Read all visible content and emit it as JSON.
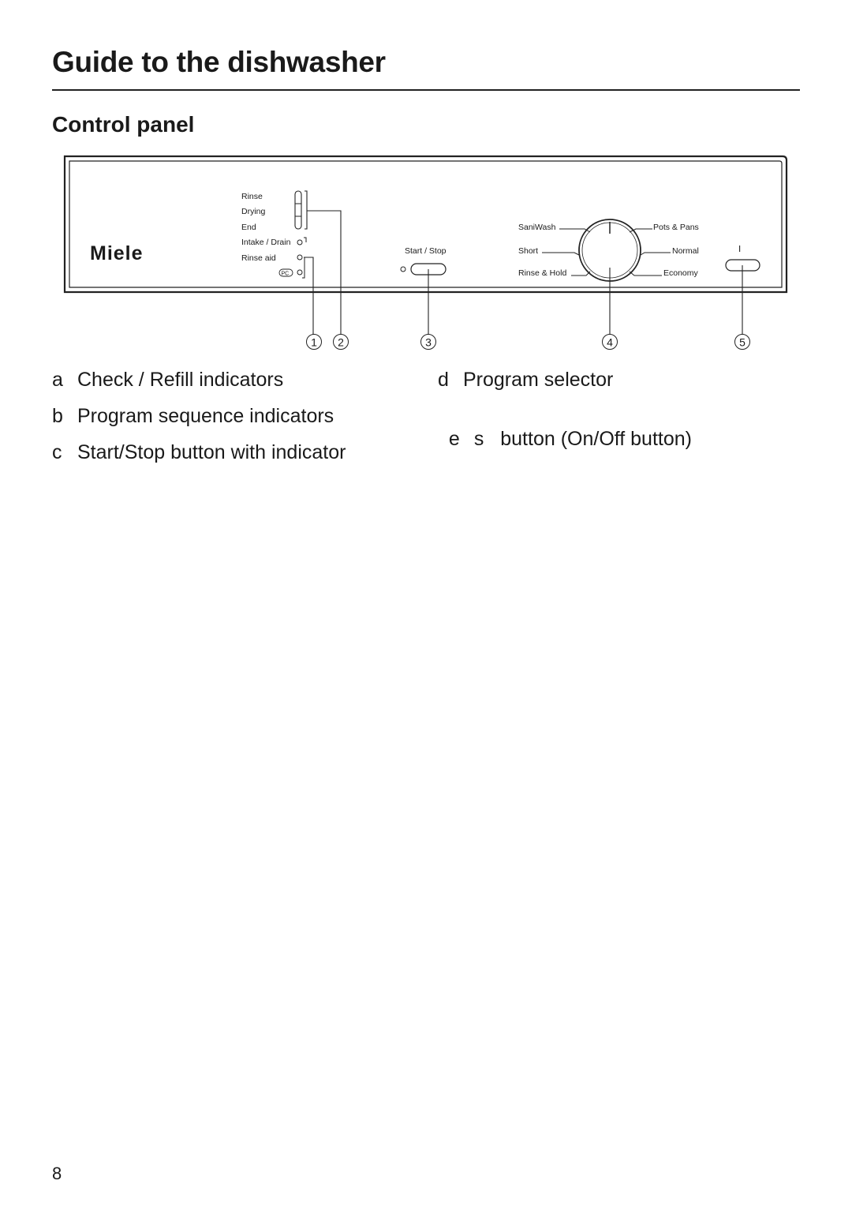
{
  "header": {
    "title": "Guide to the dishwasher"
  },
  "section": {
    "title": "Control panel"
  },
  "panel": {
    "brand": "Miele",
    "sequence_indicators": [
      "Rinse",
      "Drying",
      "End"
    ],
    "check_indicators": [
      "Intake / Drain",
      "Rinse aid",
      "PC"
    ],
    "start_stop_label": "Start / Stop",
    "programs_left": [
      "SaniWash",
      "Short",
      "Rinse & Hold"
    ],
    "programs_right": [
      "Pots & Pans",
      "Normal",
      "Economy"
    ],
    "power_symbol": "Ⅰ",
    "callouts": [
      "1",
      "2",
      "3",
      "4",
      "5"
    ]
  },
  "legend": [
    {
      "letter": "a",
      "text": "Check / Refill indicators"
    },
    {
      "letter": "b",
      "text": "Program sequence indicators"
    },
    {
      "letter": "c",
      "text": "Start/Stop button with indicator"
    },
    {
      "letter": "d",
      "text": "Program selector"
    },
    {
      "letter": "e",
      "text": "s   button (On/Off button)"
    }
  ],
  "page_number": "8"
}
